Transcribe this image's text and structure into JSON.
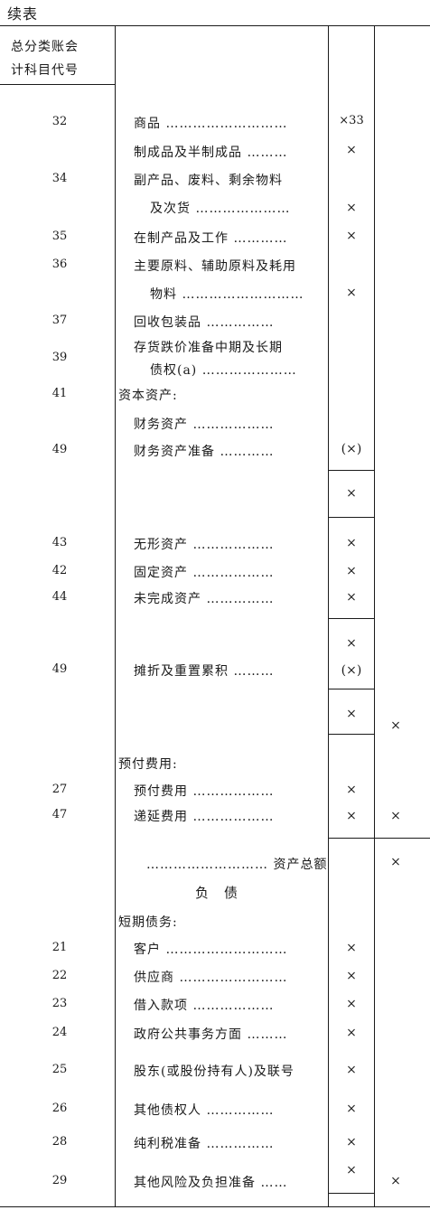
{
  "title": "续表",
  "header": {
    "line1": "总分类账会",
    "line2": "计科目代号"
  },
  "rows": [
    {
      "code": "32",
      "label": "商品 ………………………",
      "mark": "×33"
    },
    {
      "code": "",
      "label": "制成品及半制成品 ………",
      "mark": "×"
    },
    {
      "code": "34",
      "label": "副产品、废料、剩余物料",
      "mark": ""
    },
    {
      "code": "",
      "label": "及次货 …………………",
      "mark": "×"
    },
    {
      "code": "35",
      "label": "在制产品及工作 …………",
      "mark": "×"
    },
    {
      "code": "36",
      "label": "主要原料、辅助原料及耗用",
      "mark": ""
    },
    {
      "code": "",
      "label": "物料 ………………………",
      "mark": "×"
    },
    {
      "code": "37",
      "label": "回收包装品 ……………",
      "mark": ""
    },
    {
      "code": "39",
      "label": "存货跌价准备中期及长期",
      "mark": ""
    },
    {
      "code": "",
      "label": "债权(a) …………………",
      "mark": ""
    },
    {
      "code": "41",
      "label": "资本资产:",
      "mark": ""
    },
    {
      "code": "",
      "label": "财务资产 ………………",
      "mark": ""
    },
    {
      "code": "49",
      "label": "财务资产准备 …………",
      "mark": "(×)"
    },
    {
      "code": "",
      "label": "",
      "mark": "×"
    },
    {
      "code": "43",
      "label": "无形资产 ………………",
      "mark": "×"
    },
    {
      "code": "42",
      "label": "固定资产 ………………",
      "mark": "×"
    },
    {
      "code": "44",
      "label": "未完成资产 ……………",
      "mark": "×"
    },
    {
      "code": "",
      "label": "",
      "mark": "×"
    },
    {
      "code": "49",
      "label": "摊折及重置累积 ………",
      "mark": "(×)"
    },
    {
      "code": "",
      "label": "",
      "mark": "×",
      "mark2": "×"
    },
    {
      "code": "",
      "label": "预付费用:",
      "mark": ""
    },
    {
      "code": "27",
      "label": "预付费用 ………………",
      "mark": "×"
    },
    {
      "code": "47",
      "label": "递延费用 ………………",
      "mark": "×",
      "mark2": "×"
    },
    {
      "code": "",
      "label": "……………………… 资产总额",
      "mark": "",
      "mark2": "×"
    },
    {
      "code": "",
      "label": "负　债",
      "mark": ""
    },
    {
      "code": "",
      "label": "短期债务:",
      "mark": ""
    },
    {
      "code": "21",
      "label": "客户 ………………………",
      "mark": "×"
    },
    {
      "code": "22",
      "label": "供应商 ……………………",
      "mark": "×"
    },
    {
      "code": "23",
      "label": "借入款项 ………………",
      "mark": "×"
    },
    {
      "code": "24",
      "label": "政府公共事务方面 ………",
      "mark": "×"
    },
    {
      "code": "25",
      "label": "股东(或股份持有人)及联号",
      "mark": "×"
    },
    {
      "code": "26",
      "label": "其他债权人 ……………",
      "mark": "×"
    },
    {
      "code": "28",
      "label": "纯利税准备 ……………",
      "mark": "×"
    },
    {
      "code": "29",
      "label": "其他风险及负担准备 ……",
      "mark": "×",
      "mark2": "×"
    }
  ]
}
